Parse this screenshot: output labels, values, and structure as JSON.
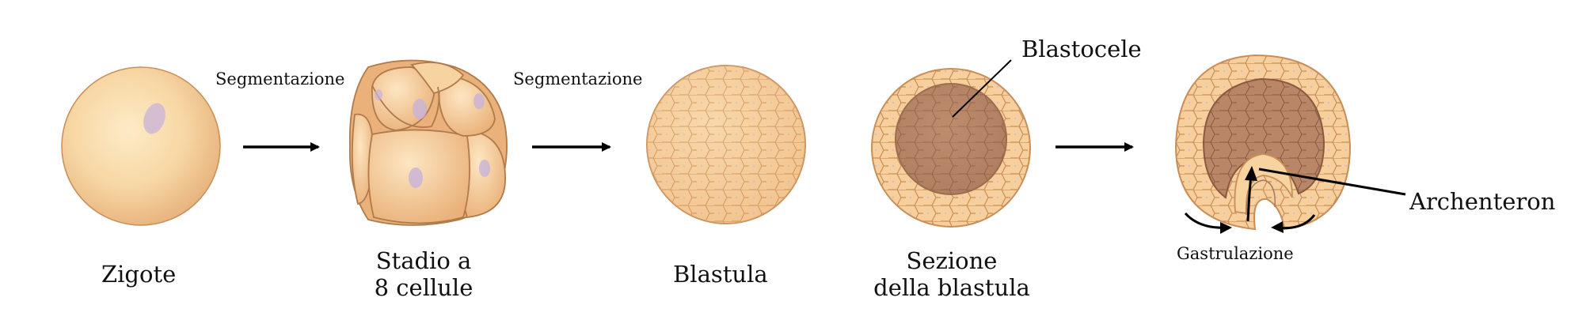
{
  "stages": [
    {
      "id": "zigote",
      "label": "Zigote"
    },
    {
      "id": "eight-cell",
      "label_line1": "Stadio a",
      "label_line2": "8 cellule"
    },
    {
      "id": "blastula",
      "label": "Blastula"
    },
    {
      "id": "blastula-section",
      "label_line1": "Sezione",
      "label_line2": "della blastula"
    }
  ],
  "arrows": {
    "first": "Segmentazione",
    "second": "Segmentazione"
  },
  "annotations": {
    "blastocele": "Blastocele",
    "archenteron": "Archenteron",
    "gastrulazione": "Gastrulazione"
  },
  "colors": {
    "cell_fill": "#f4c995",
    "cell_light": "#fbe2bd",
    "cell_edge": "#c98e58",
    "cavity": "#a87a5c",
    "nucleus": "#c7b3d9",
    "arrow": "#000000"
  }
}
